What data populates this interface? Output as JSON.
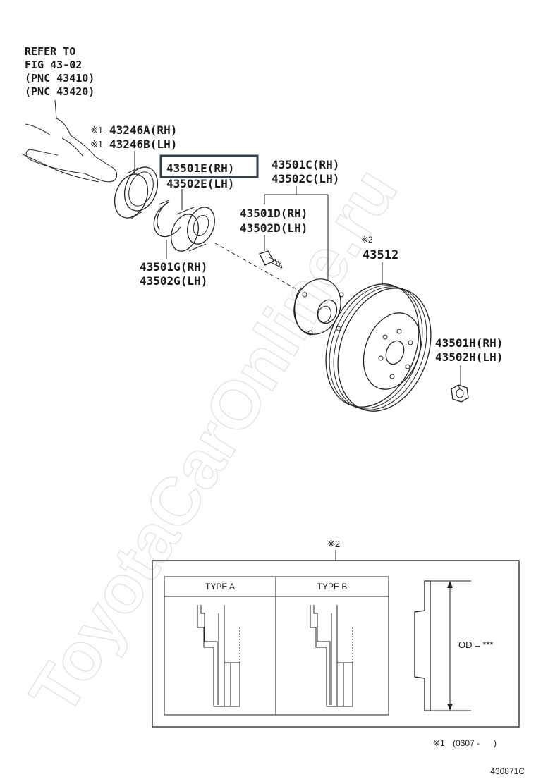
{
  "watermark": "ToyotaCarOnline.ru",
  "refer_note": {
    "line1": "REFER TO",
    "line2": "FIG 43-02",
    "line3": "(PNC 43410)",
    "line4": "(PNC 43420)"
  },
  "parts": {
    "seal": {
      "mark": "※1",
      "rh": "43246A(RH)",
      "lh": "43246B(LH)"
    },
    "bearing": {
      "rh": "43501E(RH)",
      "lh": "43502E(LH)",
      "highlighted": true
    },
    "snap_ring": {
      "rh": "43501G(RH)",
      "lh": "43502G(LH)"
    },
    "hub": {
      "rh": "43501C(RH)",
      "lh": "43502C(LH)"
    },
    "hub_bolt": {
      "rh": "43501D(RH)",
      "lh": "43502D(LH)"
    },
    "disc": {
      "mark": "※2",
      "number": "43512"
    },
    "nut": {
      "rh": "43501H(RH)",
      "lh": "43502H(LH)"
    }
  },
  "inset": {
    "mark": "※2",
    "type_a": "TYPE A",
    "type_b": "TYPE B",
    "od_label": "OD = ***"
  },
  "footnote": {
    "mark": "※1",
    "text": "(0307 -      )"
  },
  "figure_id": "430871C",
  "colors": {
    "highlight_box": "#2f3f4f",
    "line": "#222222",
    "watermark": "#e3e3e3"
  }
}
